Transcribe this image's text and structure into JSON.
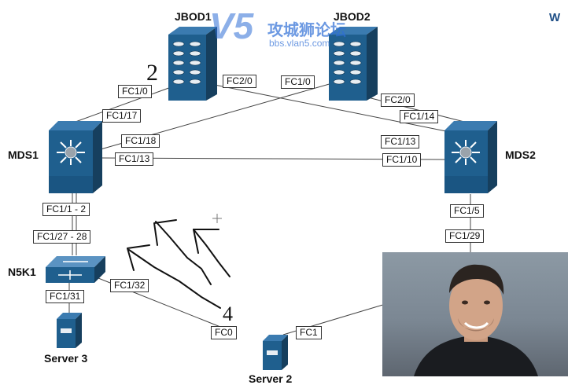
{
  "devices": {
    "jbod1": "JBOD1",
    "jbod2": "JBOD2",
    "mds1": "MDS1",
    "mds2": "MDS2",
    "n5k1": "N5K1",
    "server3": "Server 3",
    "server2_partial": "Server 2"
  },
  "ports": {
    "jbod1_fc1_0": "FC1/0",
    "jbod1_fc2_0": "FC2/0",
    "jbod2_fc1_0": "FC1/0",
    "jbod2_fc2_0": "FC2/0",
    "mds1_fc1_17": "FC1/17",
    "mds1_fc1_18": "FC1/18",
    "mds1_fc1_13": "FC1/13",
    "mds2_fc1_14": "FC1/14",
    "mds2_fc1_13": "FC1/13",
    "mds2_fc1_10": "FC1/10",
    "mds1_fc1_1_2": "FC1/1 - 2",
    "n5k1_fc1_27_28": "FC1/27 - 28",
    "n5k1_fc1_31": "FC1/31",
    "n5k1_fc1_32": "FC1/32",
    "mds2_fc1_5": "FC1/5",
    "fc1_29": "FC1/29",
    "server2_fc0": "FC0",
    "server2_fc1": "FC1"
  },
  "annotations": {
    "mark_2": "2",
    "mark_4": "4"
  },
  "watermark": {
    "logo_text": "V5",
    "cn_text": "攻城狮论坛",
    "url": "bbs.vlan5.com",
    "corner": "W"
  },
  "colors": {
    "device_blue": "#1f5f8e",
    "device_dark": "#163f5e",
    "link": "#444444",
    "watermark": "#2f6fd6"
  }
}
